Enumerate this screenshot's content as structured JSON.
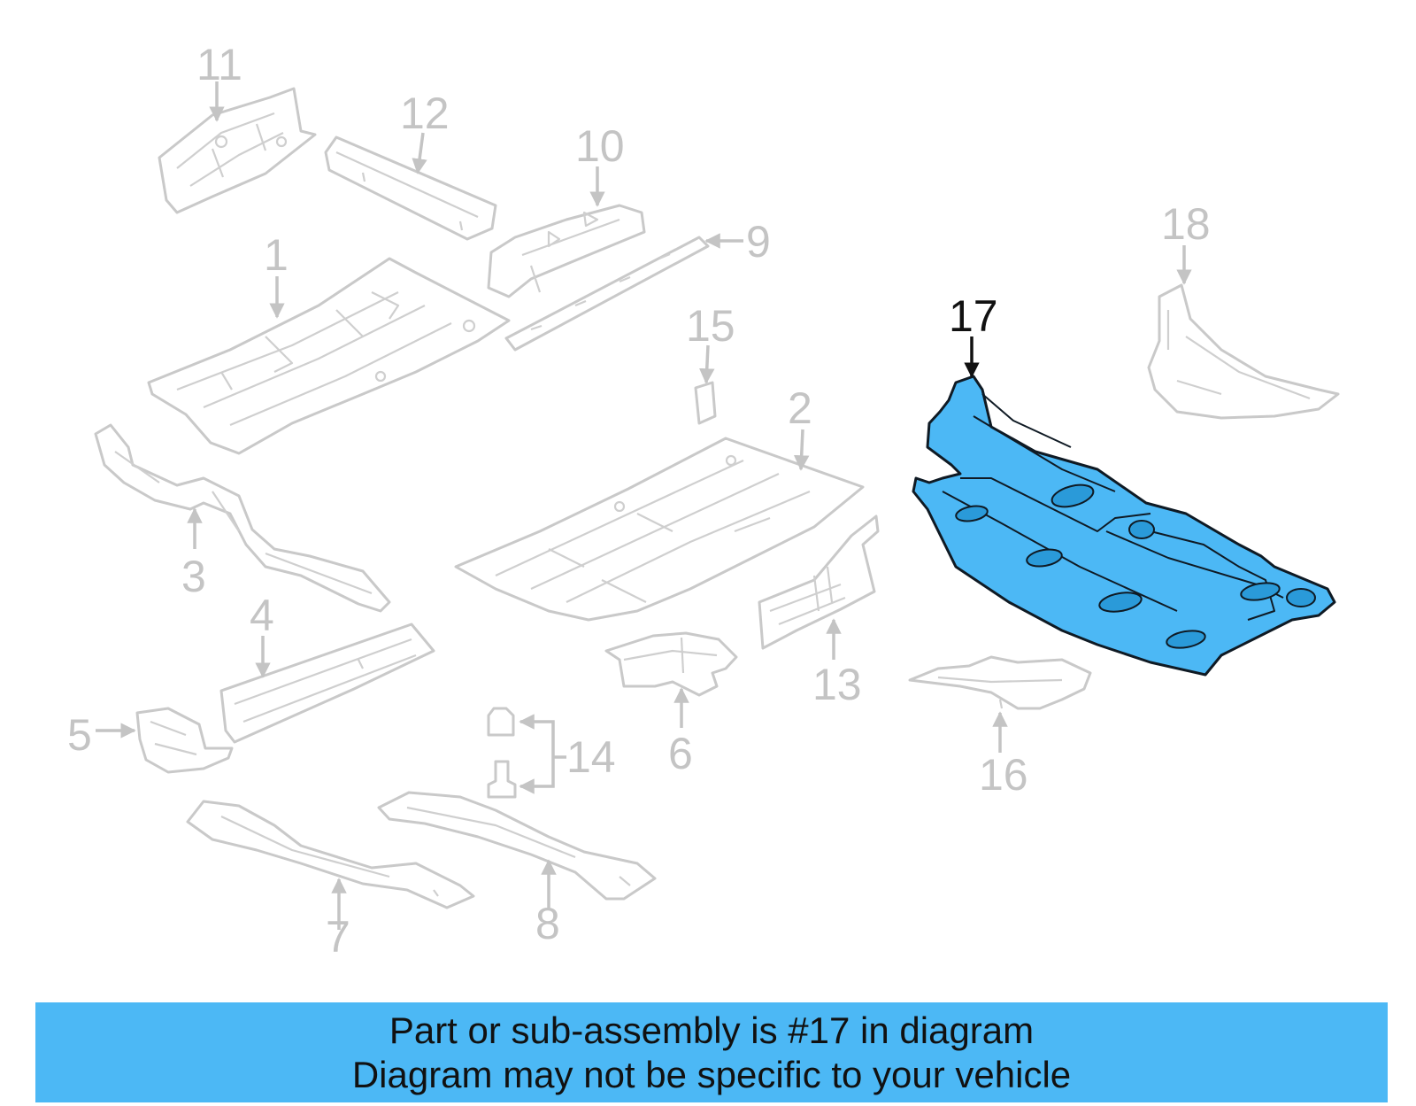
{
  "diagram": {
    "highlight_color": "#4cb8f5",
    "inactive_color": "#c4c4c4",
    "highlighted_part": "17",
    "callouts": {
      "c1": "1",
      "c2": "2",
      "c3": "3",
      "c4": "4",
      "c5": "5",
      "c6": "6",
      "c7": "7",
      "c8": "8",
      "c9": "9",
      "c10": "10",
      "c11": "11",
      "c12": "12",
      "c13": "13",
      "c14": "14",
      "c15": "15",
      "c16": "16",
      "c17": "17",
      "c18": "18"
    }
  },
  "banner": {
    "line1": "Part or sub-assembly is #17 in diagram",
    "line2": "Diagram may not be specific to your vehicle",
    "background": "#4cb8f5"
  }
}
